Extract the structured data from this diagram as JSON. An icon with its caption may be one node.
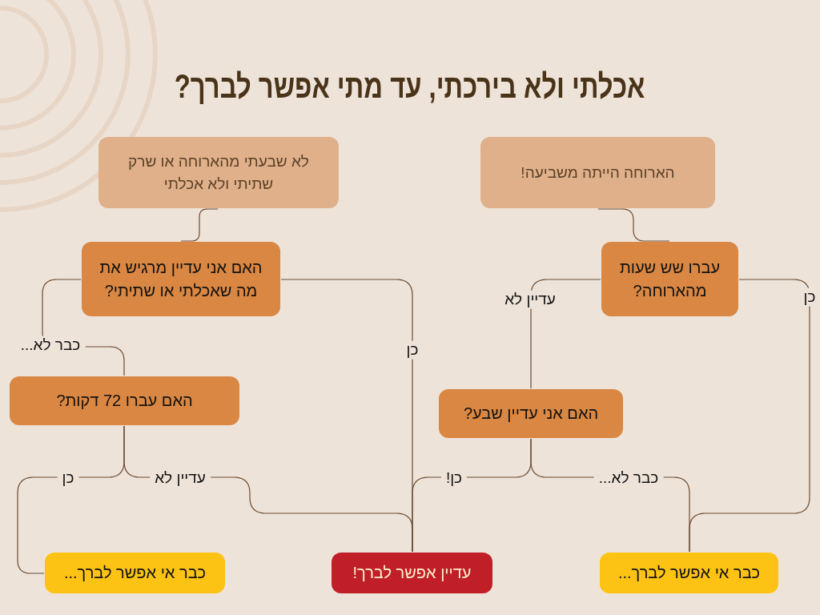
{
  "diagram": {
    "title": "אכלתי ולא בירכתי, עד מתי אפשר לברך?",
    "nodes": [
      {
        "text": [
          "לא שבעתי מהארוחה או שרק שתיתי ולא אכלתי"
        ]
      },
      {
        "text": [
          "הארוחה הייתה משביעה!"
        ]
      },
      {
        "text": [
          "האם אני עדיין מרגיש את מה שאכלתי או שתיתי?"
        ]
      },
      {
        "text": [
          "עברו שש שעות מהארוחה?"
        ]
      },
      {
        "text": [
          "האם עברו 72 דקות?"
        ]
      },
      {
        "text": [
          "האם אני עדיין שבע?"
        ]
      },
      {
        "text": [
          "כבר אי אפשר לברך..."
        ]
      },
      {
        "text": [
          "עדיין אפשר לברך!"
        ]
      },
      {
        "text": [
          "כבר אי אפשר לברך..."
        ]
      }
    ],
    "edges": [
      {
        "from": 0,
        "to": 2,
        "arrow": "none"
      },
      {
        "from": 1,
        "to": 3,
        "arrow": "none"
      },
      {
        "from": 2,
        "to": 4,
        "arrow": "none",
        "label": "כבר לא..."
      },
      {
        "from": 2,
        "to": 7,
        "arrow": "none",
        "label": "כן"
      },
      {
        "from": 3,
        "to": 5,
        "arrow": "none",
        "label": "עדיין לא"
      },
      {
        "from": 3,
        "to": 8,
        "arrow": "none",
        "label": "כן"
      },
      {
        "from": 4,
        "to": 6,
        "arrow": "none",
        "label": "כן"
      },
      {
        "from": 4,
        "to": 7,
        "arrow": "none",
        "label": "עדיין לא"
      },
      {
        "from": 5,
        "to": 7,
        "arrow": "none",
        "label": "כן!"
      },
      {
        "from": 5,
        "to": 8,
        "arrow": "none",
        "label": "כבר לא..."
      }
    ]
  }
}
